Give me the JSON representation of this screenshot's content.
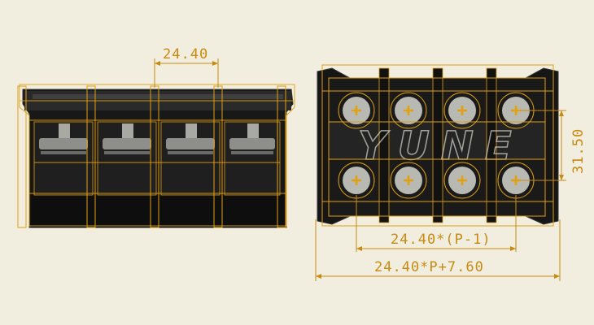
{
  "dimensions": {
    "pitch": "24.40",
    "height": "31.50",
    "span_inner": "24.40*(P-1)",
    "span_total": "24.40*P+7.60"
  },
  "watermark": "YUNE",
  "colors": {
    "background": "#f1eee0",
    "dimension": "#c98a10",
    "outline": "#e0a010",
    "body": "#141414",
    "screw": "#b9b9b4"
  }
}
